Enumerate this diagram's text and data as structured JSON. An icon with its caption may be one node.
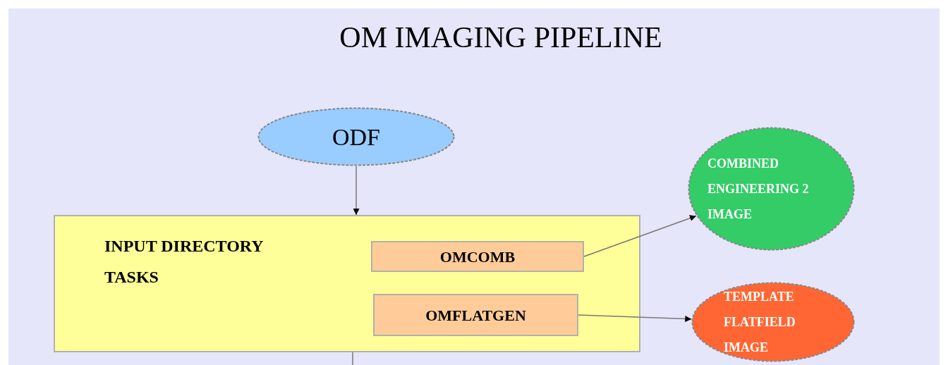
{
  "diagram": {
    "title": "OM IMAGING PIPELINE",
    "nodes": [
      {
        "text": [
          "ODF"
        ]
      },
      {
        "text": [
          "INPUT DIRECTORY TASKS"
        ]
      },
      {
        "text": [
          "OMCOMB"
        ],
        "in": 1
      },
      {
        "text": [
          "OMFLATGEN"
        ],
        "in": 1
      },
      {
        "text": [
          "COMBINED ENGINEERING 2 IMAGE"
        ]
      },
      {
        "text": [
          "TEMPLATE FLATFIELD IMAGE"
        ]
      }
    ],
    "edges": [
      {
        "from": 0,
        "to": 1,
        "arrow": "to"
      },
      {
        "from": 2,
        "to": 4,
        "arrow": "to"
      },
      {
        "from": 3,
        "to": 5,
        "arrow": "to"
      },
      {
        "from": 1,
        "to": null,
        "arrow": "none"
      }
    ]
  }
}
